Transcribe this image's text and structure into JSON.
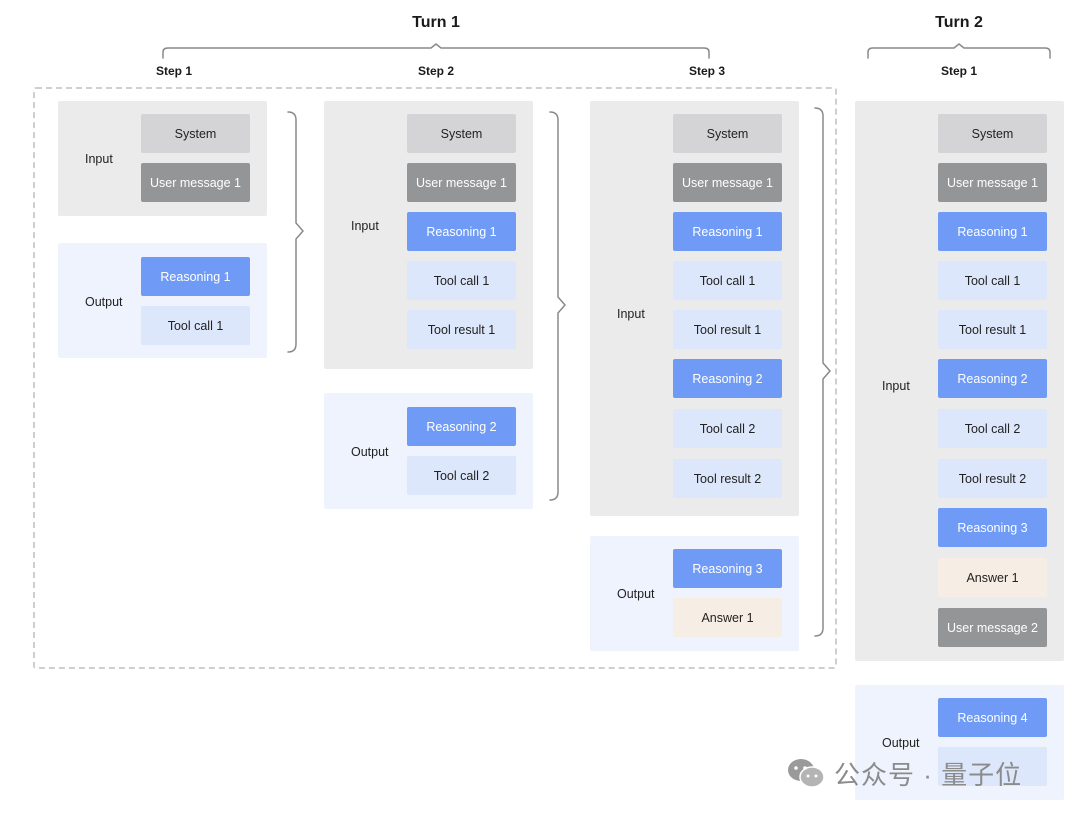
{
  "turns": [
    {
      "title": "Turn 1"
    },
    {
      "title": "Turn 2"
    }
  ],
  "steps": [
    {
      "title": "Step 1"
    },
    {
      "title": "Step 2"
    },
    {
      "title": "Step 3"
    },
    {
      "title": "Step 1"
    }
  ],
  "labels": {
    "input": "Input",
    "output": "Output"
  },
  "chips": {
    "system": "System",
    "user_message_1": "User message 1",
    "user_message_2": "User message 2",
    "reasoning_1": "Reasoning 1",
    "reasoning_2": "Reasoning 2",
    "reasoning_3": "Reasoning 3",
    "reasoning_4": "Reasoning 4",
    "tool_call_1": "Tool call 1",
    "tool_call_2": "Tool call 2",
    "tool_result_1": "Tool result 1",
    "tool_result_2": "Tool result 2",
    "answer_1": "Answer 1"
  },
  "colors": {
    "system": "#d4d4d6",
    "user_message": "#949597",
    "reasoning": "#6f9bf7",
    "tool": "#dde7fb",
    "answer": "#f6ede4",
    "input_panel": "#ebebeb",
    "output_panel": "#eef3fd"
  },
  "watermark": {
    "text": "公众号 · 量子位",
    "icon": "wechat-icon"
  }
}
